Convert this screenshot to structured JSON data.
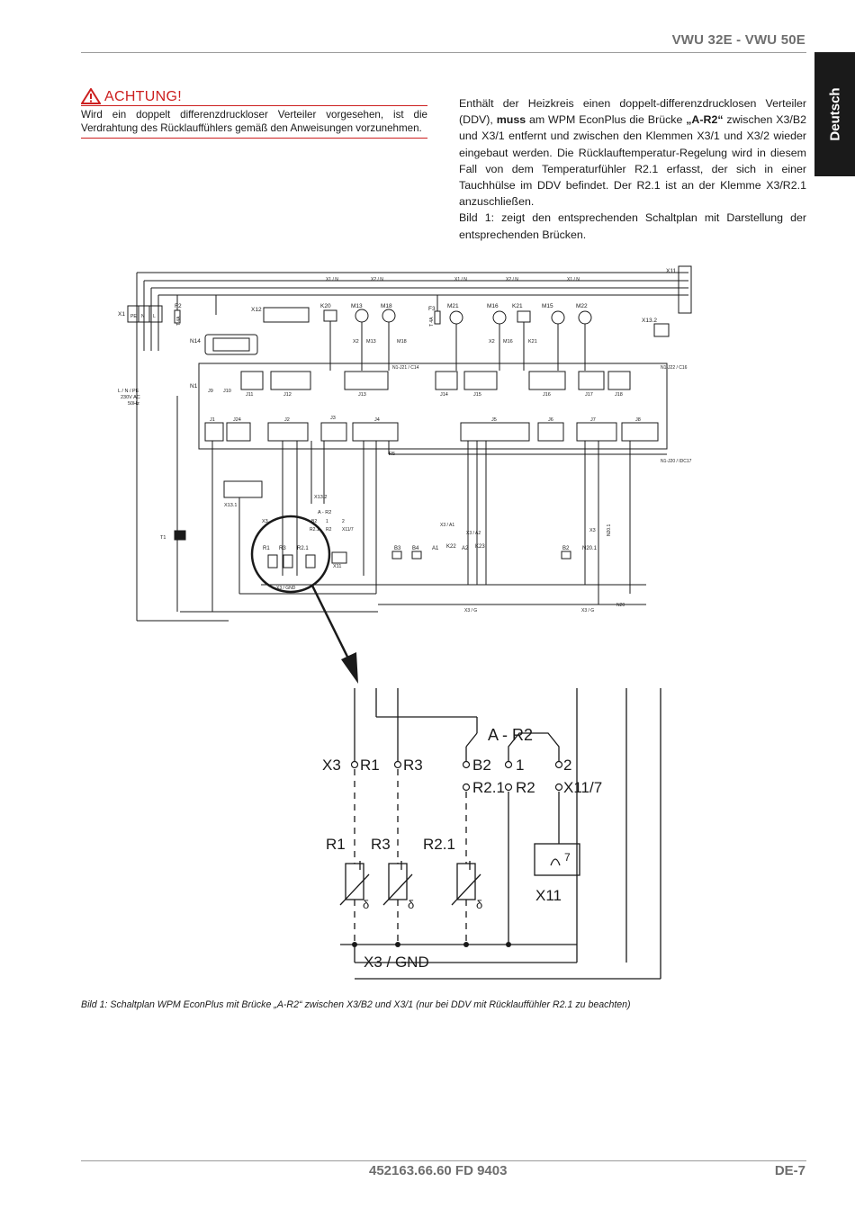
{
  "header": {
    "title": "VWU 32E - VWU 50E",
    "language_tab": "Deutsch"
  },
  "warning": {
    "title": "ACHTUNG!",
    "body": "Wird ein doppelt differenzdruckloser Verteiler vorgesehen, ist die Verdrahtung des Rücklauffühlers gemäß den Anweisungen vorzunehmen."
  },
  "intro": {
    "p1_a": "Enthält der Heizkreis einen doppelt-differenzdrucklosen Verteiler (DDV), ",
    "p1_muss": "muss",
    "p1_b": " am WPM EconPlus die Brücke ",
    "p1_bridge": "„A-R2“",
    "p1_c": " zwischen X3/B2 und X3/1 entfernt und zwischen den Klemmen X3/1 und X3/2 wieder eingebaut werden. Die Rücklauftemperatur-Regelung wird in diesem Fall von dem Temperaturfühler R2.1 erfasst, der sich in einer Tauchhülse im DDV befindet. Der R2.1 ist an der Klemme X3/R2.1 anzuschließen.",
    "p2": "Bild 1: zeigt den entsprechenden Schaltplan mit Darstellung der entsprechenden Brücken."
  },
  "schematic": {
    "labels": {
      "x1": "X1",
      "pe": "PE",
      "n": "N",
      "l": "L",
      "f2": "F2",
      "f3": "F3",
      "fuse": "T 4A",
      "x12": "X12",
      "n14": "N14",
      "n1": "N1",
      "lnpe": "L / N / PE",
      "volt": "230V AC",
      "freq": "50Hz",
      "k20": "K20",
      "m13": "M13",
      "m18": "M18",
      "m21": "M21",
      "m16": "M16",
      "k21": "K21",
      "m15": "M15",
      "m22": "M22",
      "x1n_a": "X1 / N",
      "x2n_a": "X2 / N",
      "x1n_b": "X1 / N",
      "x2n_b": "X2 / N",
      "x1n_c": "X1 / N",
      "x11": "X11",
      "x132": "X13.2",
      "x2m13": "X2",
      "x2m13b": "M13",
      "m18b": "M18",
      "x2m16": "X2",
      "m16b": "M16",
      "k21b": "K21",
      "n1j21": "N1-J21 / C14",
      "n1j22": "N1-J22 / C16",
      "n1j20": "N1-J20 / IDC17",
      "j9": "J9",
      "j10": "J10",
      "j11": "J11",
      "j12": "J12",
      "j13": "J13",
      "j14": "J14",
      "j15": "J15",
      "j16": "J16",
      "j17": "J17",
      "j18": "J18",
      "j1": "J1",
      "j24": "J24",
      "j2": "J2",
      "j3": "J3",
      "j4": "J4",
      "j5": "J5",
      "j6": "J6",
      "j7": "J7",
      "j8": "J8",
      "r5": "R5",
      "x131": "X13.1",
      "x132b": "X13.2",
      "t1": "T1",
      "x3r1": "X3",
      "ar2": "A - R2",
      "b2s": "B2",
      "one_s": "1",
      "two_s": "2",
      "r21s": "R2.1",
      "r2s": "R2",
      "x117s": "X11/7",
      "r1s": "R1",
      "r3s": "R3",
      "r21b": "R2.1",
      "x11s": "X11",
      "x3gnds": "X3 / GND",
      "x3a1": "X3 / A1",
      "x3a2": "X3 / A2",
      "b3": "B3",
      "b4": "B4",
      "a1": "A1",
      "k22": "K22",
      "a2": "A2",
      "k23": "K23",
      "b2r": "B2",
      "n201": "N20.1",
      "x3r": "X3",
      "n201v": "N20.1",
      "x3g1": "X3 / G",
      "x3g2": "X3 / G",
      "n20": "N20"
    }
  },
  "detail": {
    "labels": {
      "x3": "X3",
      "r1": "R1",
      "r3": "R3",
      "ar2": "A - R2",
      "b2": "B2",
      "one": "1",
      "two": "2",
      "r21": "R2.1",
      "r2": "R2",
      "x117": "X11/7",
      "sens_r1": "R1",
      "sens_r3": "R3",
      "sens_r21": "R2.1",
      "seven": "7",
      "x11": "X11",
      "delta": "δ",
      "x3gnd": "X3 / GND"
    }
  },
  "caption": "Bild 1: Schaltplan WPM EconPlus mit Brücke „A-R2“ zwischen X3/B2 und X3/1 (nur bei DDV mit Rücklauffühler R2.1 zu beachten)",
  "footer": {
    "doc_number": "452163.66.60 FD 9403",
    "page": "DE-7"
  },
  "colors": {
    "warning_red": "#cc1f1f",
    "rule_gray": "#9a9a9a",
    "header_gray": "#6e6e6e",
    "tab_black": "#1a1a1a"
  }
}
